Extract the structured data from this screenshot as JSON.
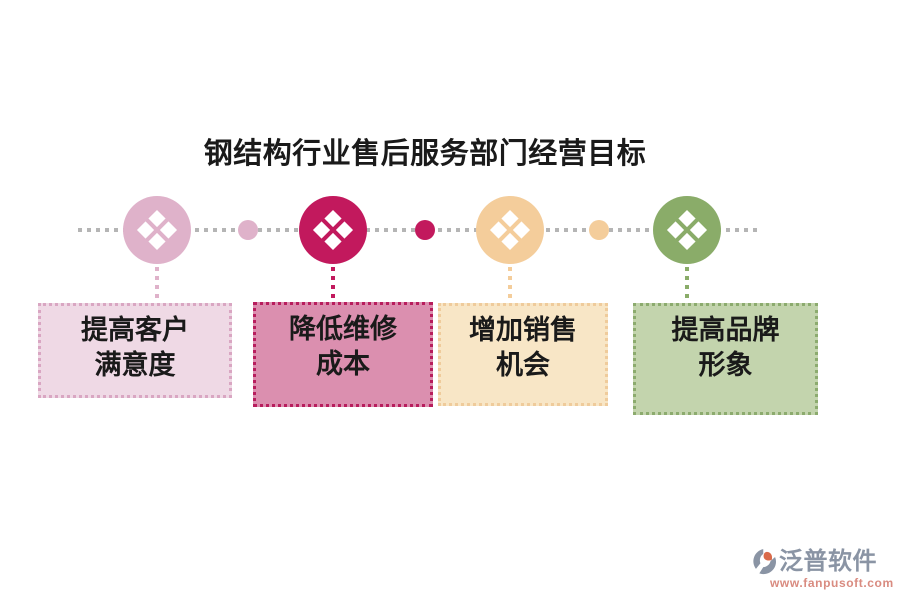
{
  "title": "钢结构行业售后服务部门经营目标",
  "timeline": {
    "line_color": "#b5b5b5",
    "nodes": [
      {
        "label_line1": "提高客户",
        "label_line2": "满意度",
        "circle_color": "#dfb2ca",
        "box_bg": "#efd9e5",
        "box_border": "#d9a6c2"
      },
      {
        "label_line1": "降低维修",
        "label_line2": "成本",
        "circle_color": "#c2195d",
        "box_bg": "#db8faf",
        "box_border": "#b81d5d"
      },
      {
        "label_line1": "增加销售",
        "label_line2": "机会",
        "circle_color": "#f4cd9b",
        "box_bg": "#f8e6c6",
        "box_border": "#efcb9b"
      },
      {
        "label_line1": "提高品牌",
        "label_line2": "形象",
        "circle_color": "#8aac69",
        "box_bg": "#c3d4ad",
        "box_border": "#8cab6e"
      }
    ],
    "between_dot_colors": [
      "#dfb2ca",
      "#c2195d",
      "#f4cd9b"
    ]
  },
  "watermark": {
    "brand": "泛普软件",
    "url": "www.fanpusoft.com",
    "brand_color": "#8a94a4",
    "url_color": "#d98b80",
    "icon_accent_color": "#d96a4a"
  }
}
